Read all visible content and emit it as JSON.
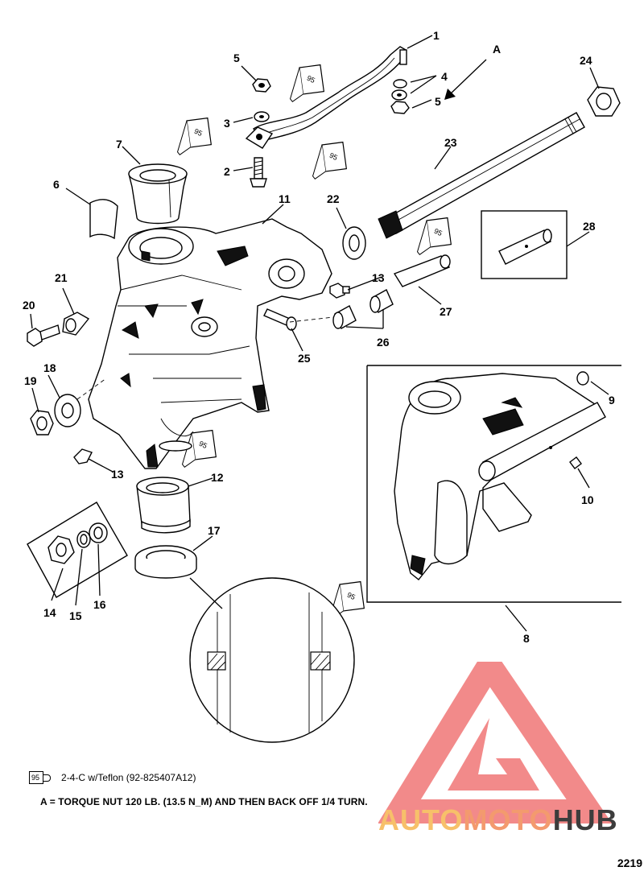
{
  "diagram": {
    "reference_letter": "A",
    "callouts": {
      "c1": "1",
      "c2": "2",
      "c3": "3",
      "c4": "4",
      "c5a": "5",
      "c5b": "5",
      "c6": "6",
      "c7": "7",
      "c8": "8",
      "c9": "9",
      "c10": "10",
      "c11": "11",
      "c12": "12",
      "c13a": "13",
      "c13b": "13",
      "c14": "14",
      "c15": "15",
      "c16": "16",
      "c17": "17",
      "c18": "18",
      "c19": "19",
      "c20": "20",
      "c21": "21",
      "c22": "22",
      "c23": "23",
      "c24": "24",
      "c25": "25",
      "c26": "26",
      "c27": "27",
      "c28": "28"
    },
    "tube_marking": "95"
  },
  "legend": {
    "tube_marking": "95",
    "text": "2-4-C w/Teflon (92-825407A12)"
  },
  "note": {
    "text": "A = TORQUE NUT 120 LB. (13.5 N_M) AND THEN BACK OFF 1/4 TURN."
  },
  "watermark": {
    "part1": "AUTO",
    "part2": "MOTO",
    "part3": "HUB",
    "colors": {
      "auto": "#f7c06a",
      "moto": "#f39a6e",
      "hub": "#3c3c3c",
      "triangle": "#f28a8a"
    }
  },
  "figure_number": "2219"
}
